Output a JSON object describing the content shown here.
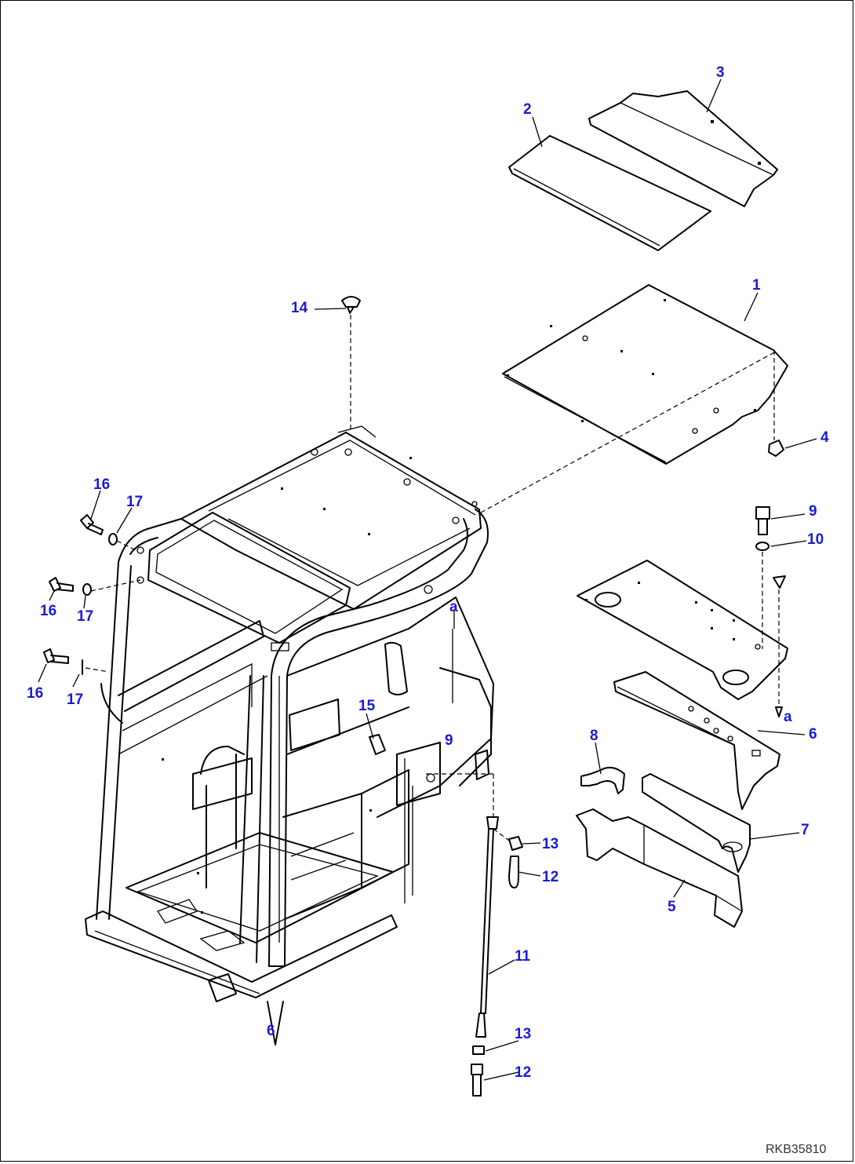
{
  "diagram": {
    "drawing_code": "RKB35810",
    "callout_color": "#1a1ad6",
    "line_color": "#000000",
    "callouts": [
      {
        "id": "c-3",
        "text": "3"
      },
      {
        "id": "c-2",
        "text": "2"
      },
      {
        "id": "c-1",
        "text": "1"
      },
      {
        "id": "c-14",
        "text": "14"
      },
      {
        "id": "c-4",
        "text": "4"
      },
      {
        "id": "c-16a",
        "text": "16"
      },
      {
        "id": "c-17a",
        "text": "17"
      },
      {
        "id": "c-16b",
        "text": "16"
      },
      {
        "id": "c-17b",
        "text": "17"
      },
      {
        "id": "c-16c",
        "text": "16"
      },
      {
        "id": "c-17c",
        "text": "17"
      },
      {
        "id": "c-9a",
        "text": "9"
      },
      {
        "id": "c-10",
        "text": "10"
      },
      {
        "id": "c-a1",
        "text": "a"
      },
      {
        "id": "c-a2",
        "text": "a"
      },
      {
        "id": "c-6a",
        "text": "6"
      },
      {
        "id": "c-15",
        "text": "15"
      },
      {
        "id": "c-9b",
        "text": "9"
      },
      {
        "id": "c-8",
        "text": "8"
      },
      {
        "id": "c-7",
        "text": "7"
      },
      {
        "id": "c-5",
        "text": "5"
      },
      {
        "id": "c-13a",
        "text": "13"
      },
      {
        "id": "c-12a",
        "text": "12"
      },
      {
        "id": "c-11",
        "text": "11"
      },
      {
        "id": "c-13b",
        "text": "13"
      },
      {
        "id": "c-12b",
        "text": "12"
      },
      {
        "id": "c-6b",
        "text": "6"
      }
    ]
  }
}
